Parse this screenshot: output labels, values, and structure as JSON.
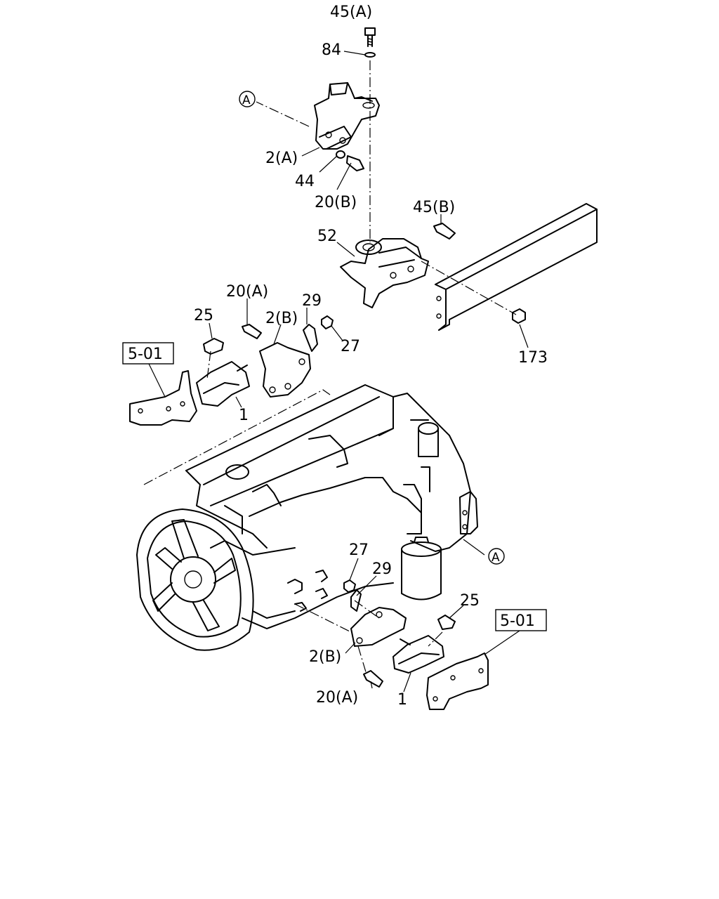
{
  "callouts": {
    "c45A": "45(A)",
    "c84": "84",
    "c2A": "2(A)",
    "c44": "44",
    "c20B": "20(B)",
    "c45B": "45(B)",
    "c52": "52",
    "c173": "173",
    "c20A_top": "20(A)",
    "c29_top": "29",
    "c25_top": "25",
    "c2B_top": "2(B)",
    "c27_top": "27",
    "c1_top": "1",
    "c27_bot": "27",
    "c29_bot": "29",
    "c25_bot": "25",
    "c2B_bot": "2(B)",
    "c20A_bot": "20(A)",
    "c1_bot": "1"
  },
  "ref_boxes": {
    "left": "5-01",
    "right": "5-01"
  },
  "markers": {
    "top": "A",
    "right": "A"
  }
}
